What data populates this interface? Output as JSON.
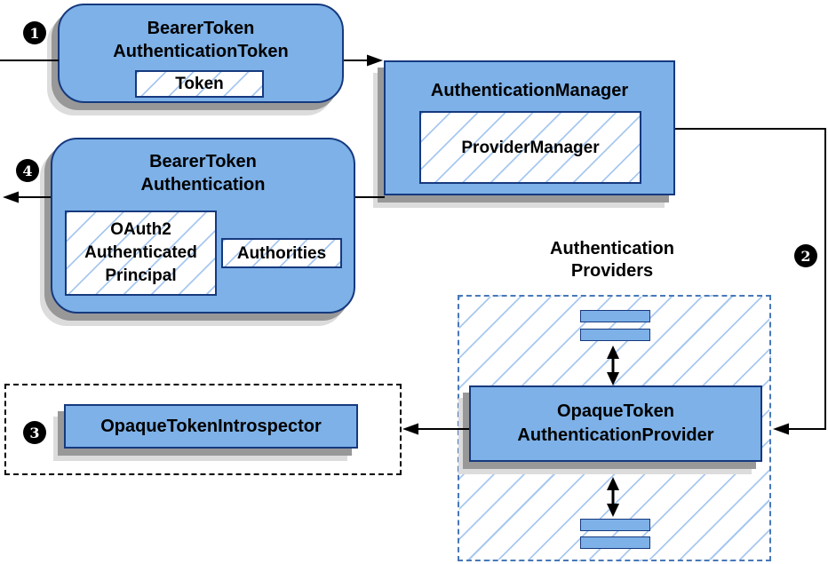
{
  "colors": {
    "node_fill": "#7DB1E8",
    "node_border": "#16397E",
    "hatch_line": "#A8C8F0",
    "providers_dash_border": "#4878B8",
    "introspector_dash_border": "#000000",
    "shadow_dark": "#989898",
    "shadow_light": "#DCDCDC",
    "connector": "#000000",
    "text": "#000000"
  },
  "markers": {
    "step1": "1",
    "step2": "2",
    "step3": "3",
    "step4": "4"
  },
  "nodes": {
    "bearer_token_authentication_token": {
      "title": "BearerToken\nAuthenticationToken",
      "token_chip": "Token"
    },
    "authentication_manager": {
      "title": "AuthenticationManager",
      "provider_manager_chip": "ProviderManager"
    },
    "bearer_token_authentication": {
      "title": "BearerToken\nAuthentication",
      "principal_chip": "OAuth2\nAuthenticated\nPrincipal",
      "authorities_chip": "Authorities"
    },
    "opaque_token_introspector": {
      "label": "OpaqueTokenIntrospector"
    },
    "authentication_providers": {
      "group_label": "Authentication\nProviders",
      "provider_node": "OpaqueToken\nAuthenticationProvider"
    }
  }
}
